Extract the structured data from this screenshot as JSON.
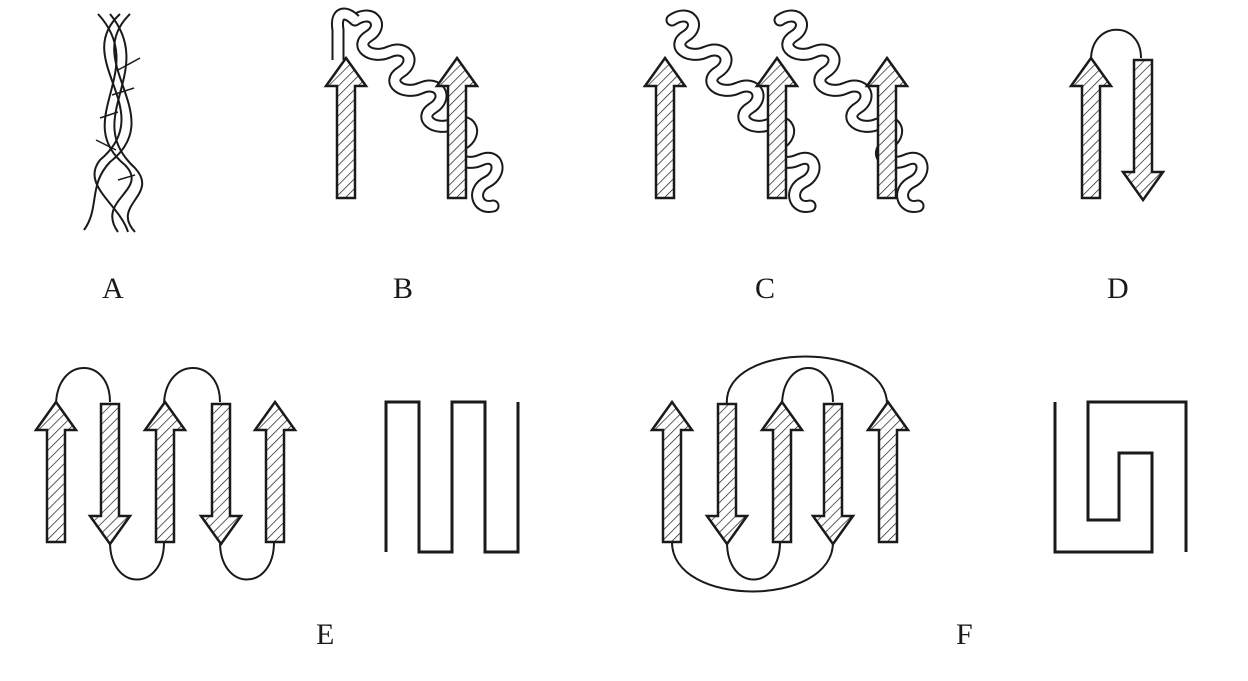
{
  "panels": [
    {
      "id": "A",
      "label": "A"
    },
    {
      "id": "B",
      "label": "B"
    },
    {
      "id": "C",
      "label": "C"
    },
    {
      "id": "D",
      "label": "D"
    },
    {
      "id": "E",
      "label": "E"
    },
    {
      "id": "F",
      "label": "F"
    }
  ],
  "colors": {
    "ink": "#1a1a1a",
    "background": "#ffffff"
  }
}
